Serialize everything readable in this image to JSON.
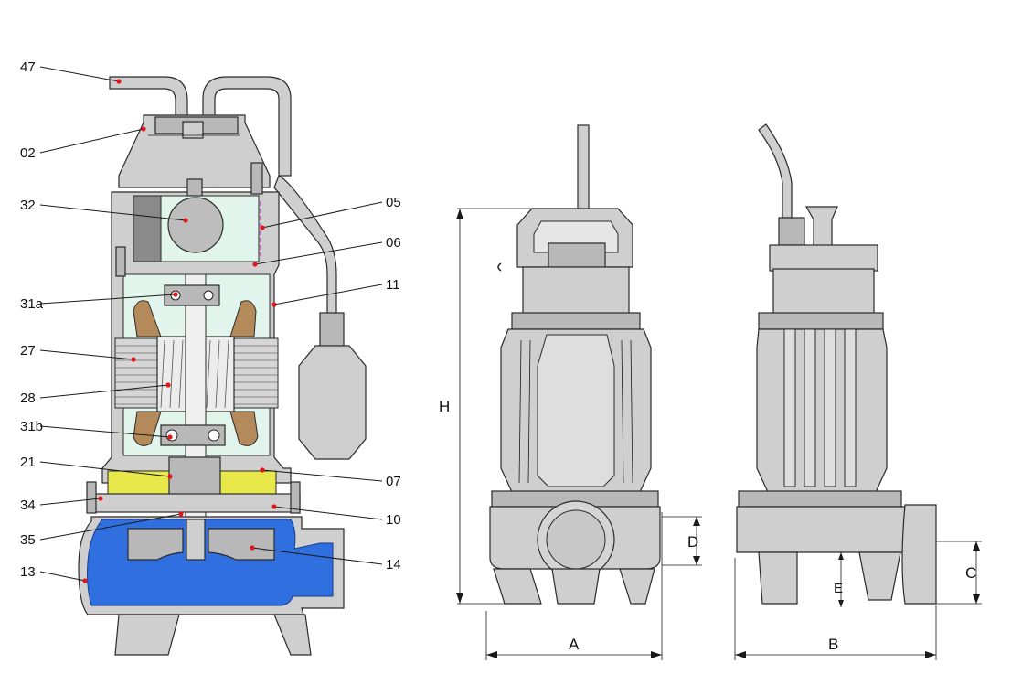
{
  "callouts": {
    "c47": "47",
    "c02": "02",
    "c32": "32",
    "c31a": "31a",
    "c27": "27",
    "c28": "28",
    "c31b": "31b",
    "c21": "21",
    "c34": "34",
    "c35": "35",
    "c13": "13",
    "c05": "05",
    "c06": "06",
    "c11": "11",
    "c07": "07",
    "c10": "10",
    "c14": "14"
  },
  "dimensions": {
    "H": "H",
    "A": "A",
    "B": "B",
    "C": "C",
    "D": "D",
    "E": "E"
  },
  "colors": {
    "volute_blue": "#2f6fe0",
    "oil_yellow": "#e8e84a",
    "motor_cavity": "#e2f5ec",
    "winding_brown": "#b58a5a",
    "metal_grey": "#cfcfcf"
  }
}
